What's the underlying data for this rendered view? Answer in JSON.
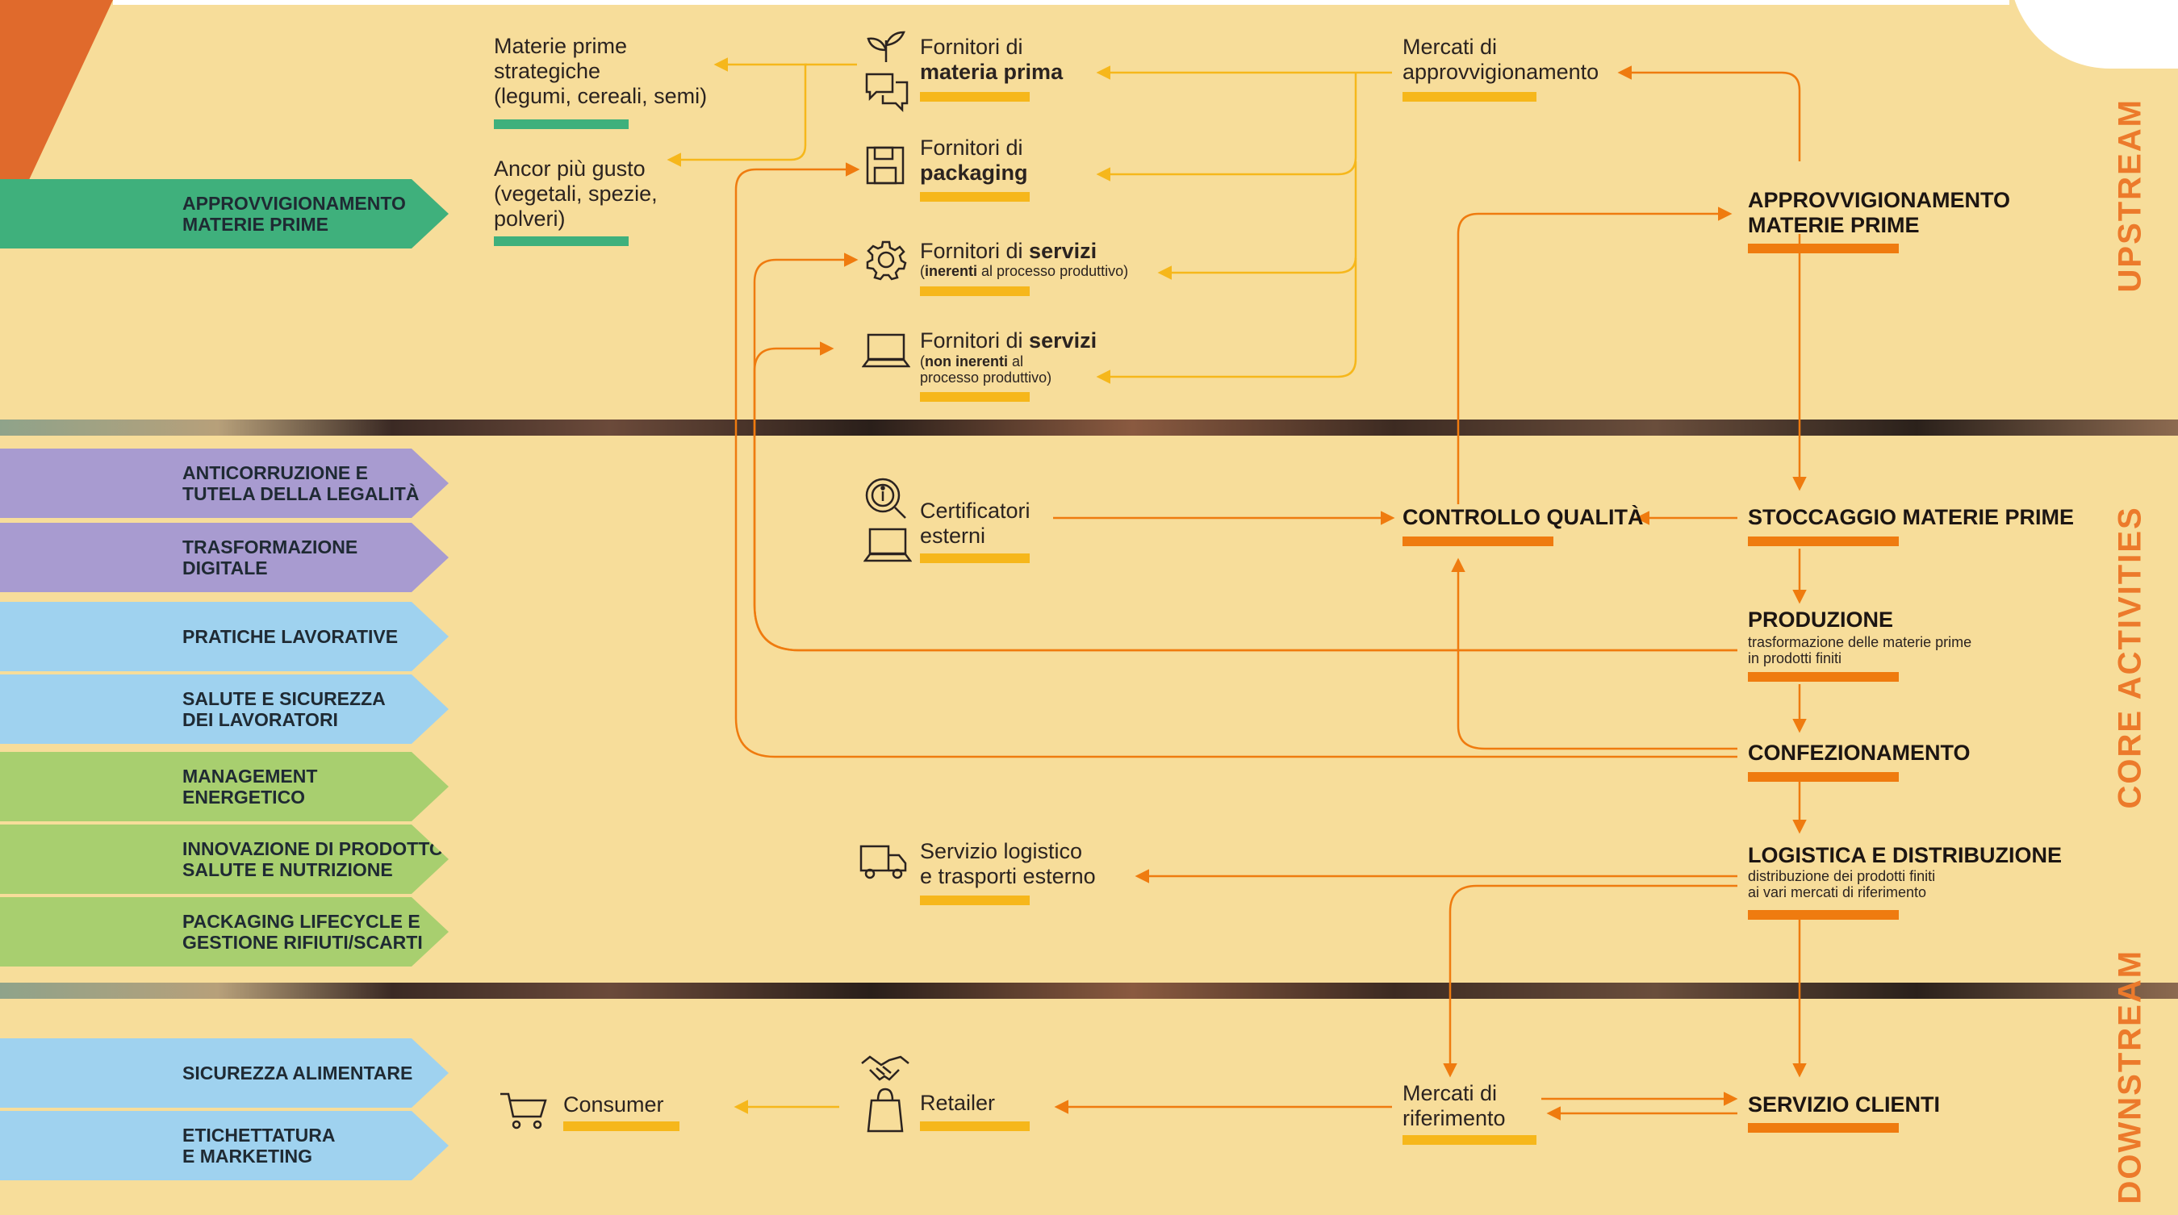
{
  "colors": {
    "background": "#f7dd9a",
    "accent_orange": "#ef7b0f",
    "accent_yellow": "#f6b71b",
    "section_label": "#ec7a2b"
  },
  "sections": {
    "upstream": "UPSTREAM",
    "core": "CORE ACTIVITIES",
    "downstream": "DOWNSTREAM"
  },
  "tags": [
    {
      "label": "APPROVVIGIONAMENTO\nMATERIE PRIME",
      "color": "#3fb07c"
    },
    {
      "label": "ANTICORRUZIONE E\nTUTELA DELLA LEGALITÀ",
      "color": "#a89bd0"
    },
    {
      "label": "TRASFORMAZIONE\nDIGITALE",
      "color": "#a89bd0"
    },
    {
      "label": "PRATICHE LAVORATIVE",
      "color": "#9fd2ef"
    },
    {
      "label": "SALUTE E SICUREZZA\nDEI LAVORATORI",
      "color": "#9fd2ef"
    },
    {
      "label": "MANAGEMENT\nENERGETICO",
      "color": "#a8cf6f"
    },
    {
      "label": "INNOVAZIONE DI PRODOTTO\nSALUTE E NUTRIZIONE",
      "color": "#a8cf6f"
    },
    {
      "label": "PACKAGING LIFECYCLE E\nGESTIONE RIFIUTI/SCARTI",
      "color": "#a8cf6f"
    },
    {
      "label": "SICUREZZA ALIMENTARE",
      "color": "#9fd2ef"
    },
    {
      "label": "ETICHETTATURA\nE MARKETING",
      "color": "#9fd2ef"
    }
  ],
  "upstream": {
    "materie_prime": "Materie prime\nstrategiche\n(legumi, cereali, semi)",
    "ancor_piu_gusto": "Ancor più gusto\n(vegetali, spezie,\npolveri)",
    "fornitori_materia_prima": {
      "line1": "Fornitori di",
      "bold": "materia prima"
    },
    "fornitori_packaging": {
      "line1": "Fornitori di",
      "bold": "packaging"
    },
    "fornitori_servizi_inerenti": {
      "prefix": "Fornitori di ",
      "bold": "servizi",
      "sub_bold": "inerenti",
      "sub_rest": " al processo produttivo)",
      "sub_open": "("
    },
    "fornitori_servizi_non_inerenti": {
      "prefix": "Fornitori di ",
      "bold": "servizi",
      "sub_bold": "non inerenti",
      "sub_rest": " al\nprocesso produttivo)",
      "sub_open": "("
    },
    "mercati_approvvigionamento": "Mercati di\napprovvigionamento",
    "approvvigionamento": "APPROVVIGIONAMENTO\nMATERIE PRIME"
  },
  "core": {
    "certificatori": "Certificatori\nesterni",
    "controllo_qualita": "CONTROLLO QUALITÀ",
    "stoccaggio": "STOCCAGGIO MATERIE PRIME",
    "produzione": "PRODUZIONE",
    "produzione_sub": "trasformazione delle materie prime\nin prodotti finiti",
    "confezionamento": "CONFEZIONAMENTO",
    "logistica": "LOGISTICA E DISTRIBUZIONE",
    "logistica_sub": "distribuzione dei prodotti finiti\nai vari mercati di riferimento",
    "servizio_logistico": "Servizio logistico\ne trasporti esterno"
  },
  "downstream": {
    "consumer": "Consumer",
    "retailer": "Retailer",
    "mercati_riferimento": "Mercati di\nriferimento",
    "servizio_clienti": "SERVIZIO CLIENTI"
  }
}
